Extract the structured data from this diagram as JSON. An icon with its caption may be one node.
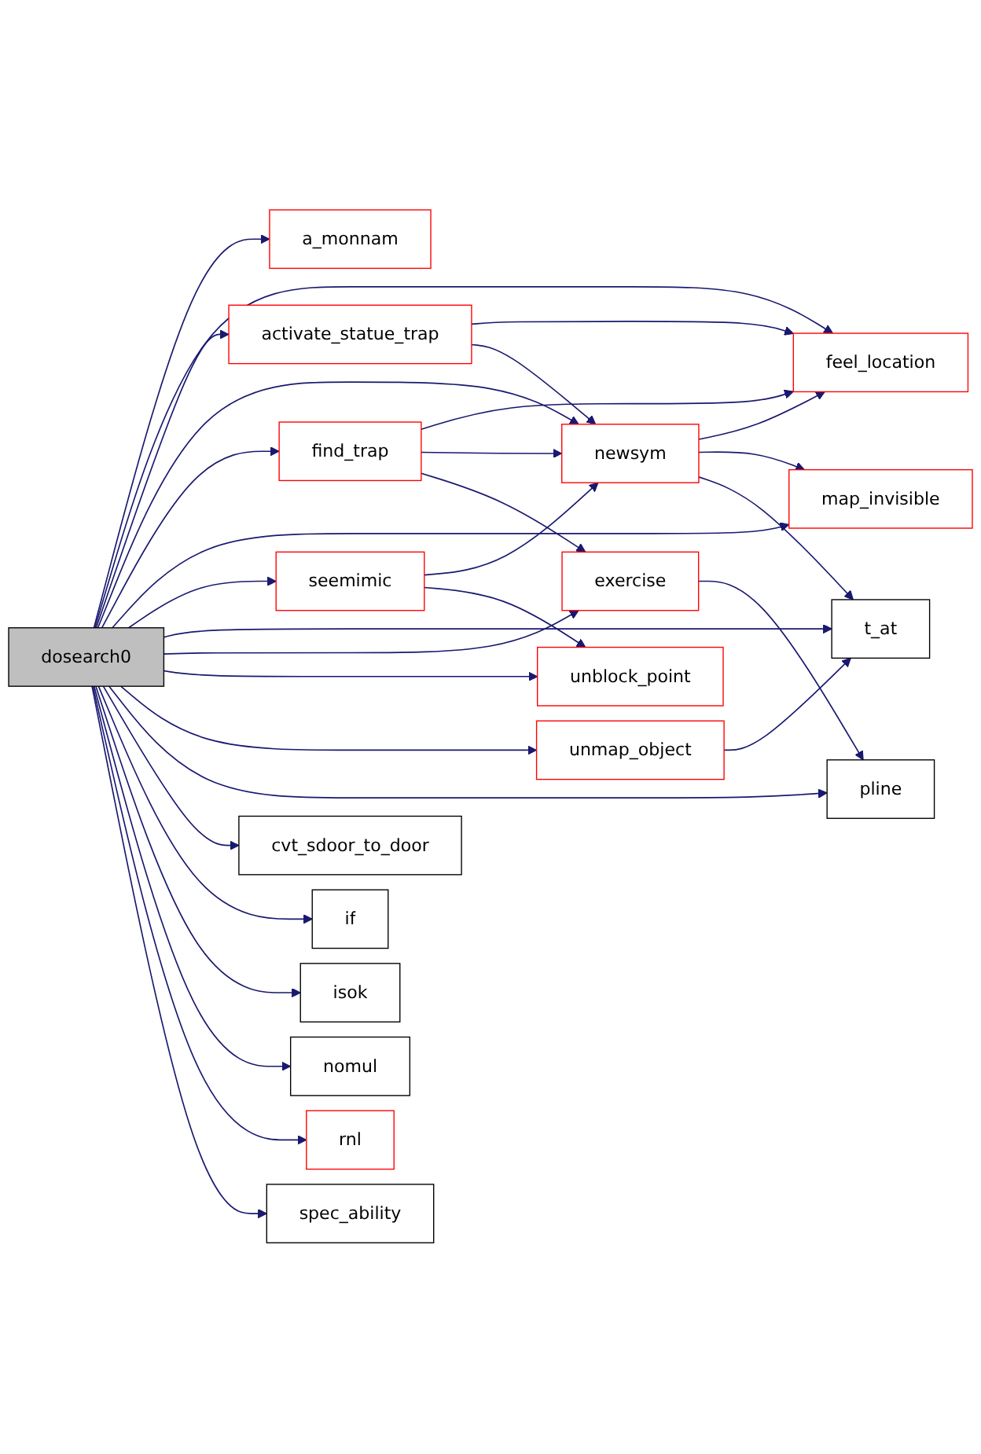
{
  "diagram": {
    "nodes": [
      {
        "text": [
          "dosearch0"
        ]
      },
      {
        "text": [
          "a_monnam"
        ]
      },
      {
        "text": [
          "activate_statue_trap"
        ]
      },
      {
        "text": [
          "find_trap"
        ]
      },
      {
        "text": [
          "seemimic"
        ]
      },
      {
        "text": [
          "feel_location"
        ]
      },
      {
        "text": [
          "newsym"
        ]
      },
      {
        "text": [
          "map_invisible"
        ]
      },
      {
        "text": [
          "t_at"
        ]
      },
      {
        "text": [
          "exercise"
        ]
      },
      {
        "text": [
          "unblock_point"
        ]
      },
      {
        "text": [
          "unmap_object"
        ]
      },
      {
        "text": [
          "pline"
        ]
      },
      {
        "text": [
          "cvt_sdoor_to_door"
        ]
      },
      {
        "text": [
          "if"
        ]
      },
      {
        "text": [
          "isok"
        ]
      },
      {
        "text": [
          "nomul"
        ]
      },
      {
        "text": [
          "rnl"
        ]
      },
      {
        "text": [
          "spec_ability"
        ]
      }
    ],
    "edges": [
      {
        "from": 0,
        "to": 1,
        "arrow": "to"
      },
      {
        "from": 0,
        "to": 5,
        "arrow": "to"
      },
      {
        "from": 0,
        "to": 2,
        "arrow": "to"
      },
      {
        "from": 0,
        "to": 6,
        "arrow": "to"
      },
      {
        "from": 0,
        "to": 3,
        "arrow": "to"
      },
      {
        "from": 0,
        "to": 7,
        "arrow": "to"
      },
      {
        "from": 0,
        "to": 4,
        "arrow": "to"
      },
      {
        "from": 0,
        "to": 8,
        "arrow": "to"
      },
      {
        "from": 0,
        "to": 9,
        "arrow": "to"
      },
      {
        "from": 0,
        "to": 10,
        "arrow": "to"
      },
      {
        "from": 0,
        "to": 11,
        "arrow": "to"
      },
      {
        "from": 0,
        "to": 12,
        "arrow": "to"
      },
      {
        "from": 0,
        "to": 13,
        "arrow": "to"
      },
      {
        "from": 0,
        "to": 14,
        "arrow": "to"
      },
      {
        "from": 0,
        "to": 15,
        "arrow": "to"
      },
      {
        "from": 0,
        "to": 16,
        "arrow": "to"
      },
      {
        "from": 0,
        "to": 17,
        "arrow": "to"
      },
      {
        "from": 0,
        "to": 18,
        "arrow": "to"
      },
      {
        "from": 2,
        "to": 5,
        "arrow": "to"
      },
      {
        "from": 2,
        "to": 6,
        "arrow": "to"
      },
      {
        "from": 3,
        "to": 5,
        "arrow": "to"
      },
      {
        "from": 3,
        "to": 6,
        "arrow": "to"
      },
      {
        "from": 3,
        "to": 9,
        "arrow": "to"
      },
      {
        "from": 6,
        "to": 5,
        "arrow": "to"
      },
      {
        "from": 6,
        "to": 7,
        "arrow": "to"
      },
      {
        "from": 6,
        "to": 8,
        "arrow": "to"
      },
      {
        "from": 4,
        "to": 6,
        "arrow": "to"
      },
      {
        "from": 4,
        "to": 10,
        "arrow": "to"
      },
      {
        "from": 9,
        "to": 12,
        "arrow": "to"
      },
      {
        "from": 11,
        "to": 8,
        "arrow": "to"
      }
    ]
  }
}
